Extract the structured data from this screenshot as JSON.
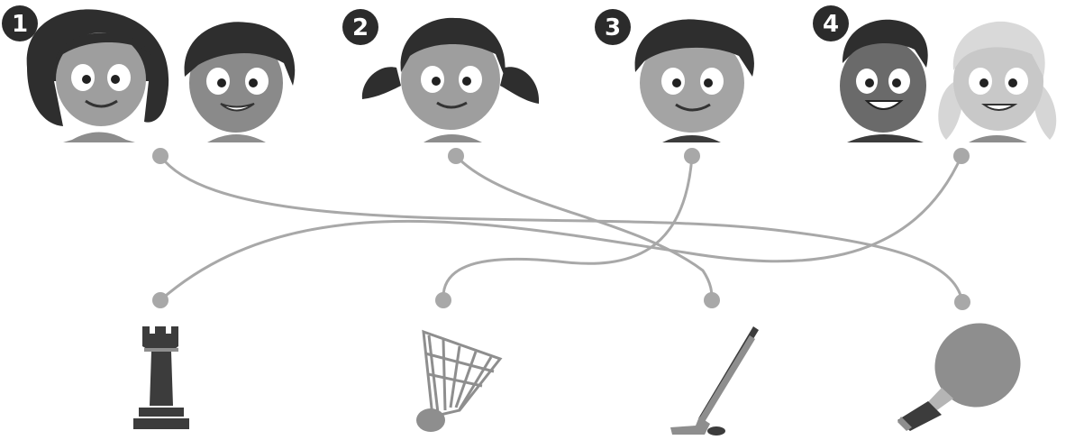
{
  "groups": [
    {
      "number": "1",
      "children": [
        "girl-dark-hair",
        "boy-dark-hair"
      ]
    },
    {
      "number": "2",
      "children": [
        "girl-pigtails"
      ]
    },
    {
      "number": "3",
      "children": [
        "boy-spiky-hair"
      ]
    },
    {
      "number": "4",
      "children": [
        "boy-curly-hair",
        "girl-blonde-pigtails"
      ]
    }
  ],
  "sports": [
    {
      "name": "chess",
      "icon": "chess-rook-icon"
    },
    {
      "name": "badminton",
      "icon": "shuttlecock-icon"
    },
    {
      "name": "ice-hockey",
      "icon": "hockey-stick-icon"
    },
    {
      "name": "table-tennis",
      "icon": "ping-pong-paddle-icon"
    }
  ],
  "connections": [
    {
      "from_group": "1",
      "to_sport": "table-tennis"
    },
    {
      "from_group": "2",
      "to_sport": "ice-hockey"
    },
    {
      "from_group": "3",
      "to_sport": "badminton"
    },
    {
      "from_group": "4",
      "to_sport": "chess"
    }
  ],
  "colors": {
    "line": "#a8a8a8",
    "dot": "#a8a8a8",
    "badge": "#2b2b2b",
    "icon_dark": "#3c3c3c",
    "icon_mid": "#8e8e8e"
  }
}
